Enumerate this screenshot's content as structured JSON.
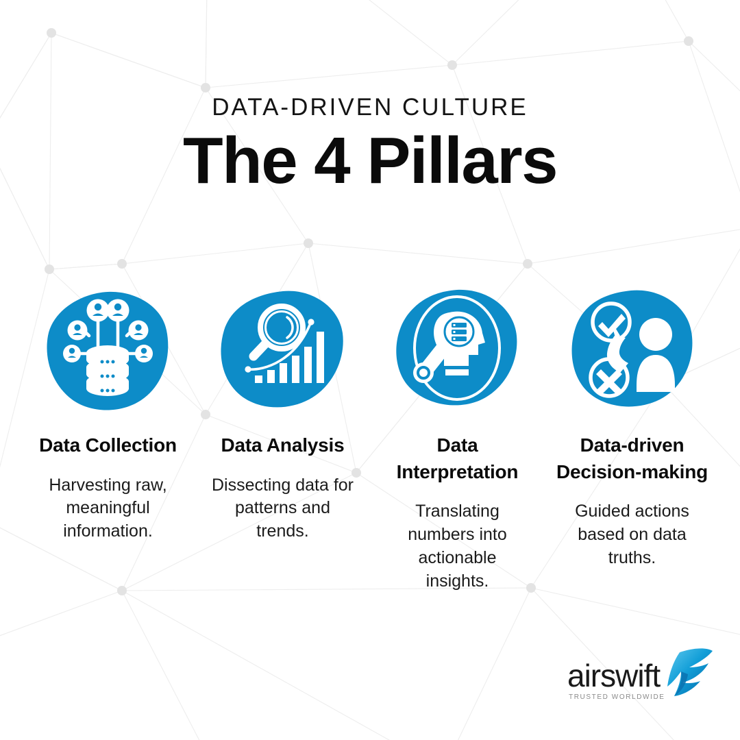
{
  "page": {
    "background_color": "#ffffff",
    "accent_color": "#0d8cc8",
    "text_color": "#0b0b0b",
    "mesh_line_color": "#eeeeee",
    "mesh_node_color": "#e2e2e2"
  },
  "header": {
    "eyebrow": "DATA-DRIVEN CULTURE",
    "title": "The 4 Pillars"
  },
  "pillars": [
    {
      "icon_name": "data-collection-icon",
      "icon_description": "database cylinder with user nodes branching out",
      "title": "Data Collection",
      "title_line1": "Data",
      "title_line2": "Collection",
      "description": "Harvesting raw, meaningful information."
    },
    {
      "icon_name": "data-analysis-icon",
      "icon_description": "magnifying glass with ascending bar chart and trend curve",
      "title": "Data Analysis",
      "title_line1": "Data",
      "title_line2": "Analysis",
      "description": "Dissecting data for patterns and trends."
    },
    {
      "icon_name": "data-interpretation-icon",
      "icon_description": "head profile with magnifier over data rows inside a ring",
      "title": "Data Interpretation",
      "title_line1": "Data",
      "title_line2": "Interpretation",
      "description": "Translating numbers into actionable insights."
    },
    {
      "icon_name": "data-driven-decision-making-icon",
      "icon_description": "person choosing between a checkmark circle and an X circle",
      "title": "Data-driven Decision-making",
      "title_line1": "Data-driven",
      "title_line2": "Decision-making",
      "description": "Guided actions based on data truths."
    }
  ],
  "logo": {
    "wordmark": "airswift",
    "tagline": "TRUSTED WORLDWIDE",
    "bird_icon_name": "swift-bird-icon",
    "bird_color": "#0d8cc8"
  }
}
